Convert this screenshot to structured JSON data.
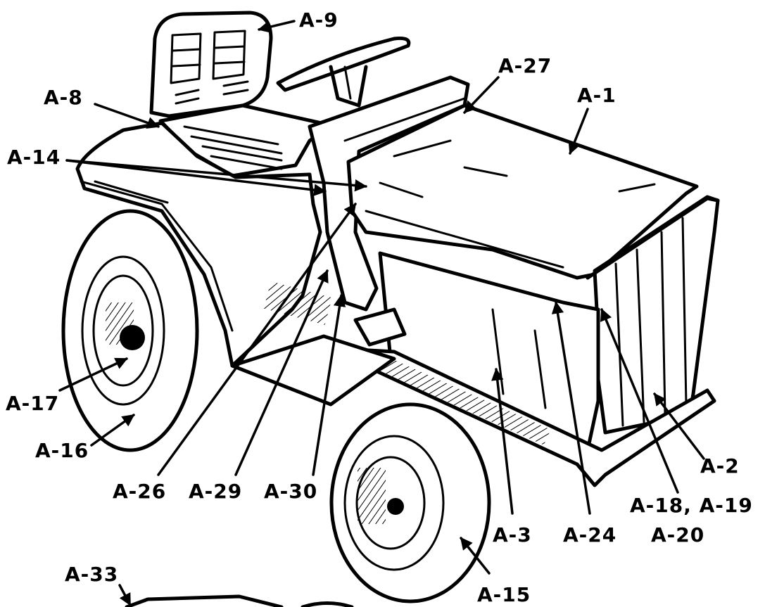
{
  "callouts": {
    "a9": "A-9",
    "a27": "A-27",
    "a1": "A-1",
    "a8": "A-8",
    "a14": "A-14",
    "a17": "A-17",
    "a16": "A-16",
    "a2": "A-2",
    "a26": "A-26",
    "a29": "A-29",
    "a30": "A-30",
    "a18_19": "A-18, A-19",
    "a3": "A-3",
    "a24": "A-24",
    "a20": "A-20",
    "a33": "A-33",
    "a15": "A-15"
  },
  "colors": {
    "ink": "#000000",
    "paper": "#ffffff"
  }
}
